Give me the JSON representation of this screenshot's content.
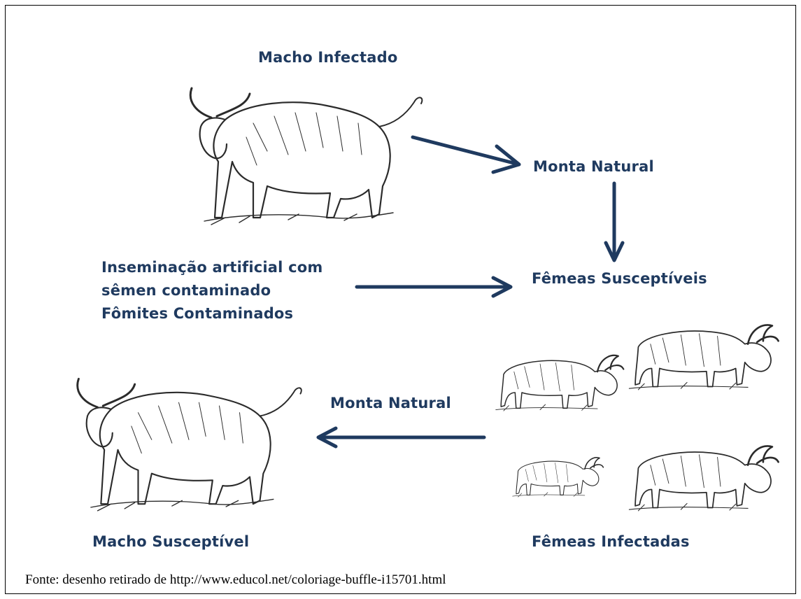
{
  "labels": {
    "male_infected": "Macho Infectado",
    "natural_mating_top": "Monta Natural",
    "susceptible_females": "Fêmeas Susceptíveis",
    "insemination_line1": "Inseminação artificial com",
    "insemination_line2": "sêmen contaminado",
    "fomites": "Fômites Contaminados",
    "natural_mating_bottom": "Monta Natural",
    "male_susceptible": "Macho Susceptível",
    "infected_females": "Fêmeas Infectadas"
  },
  "source_caption": "Fonte: desenho retirado de http://www.educol.net/coloriage-buffle-i15701.html",
  "colors": {
    "label": "#1f3a5f",
    "arrow": "#1f3a5f"
  }
}
